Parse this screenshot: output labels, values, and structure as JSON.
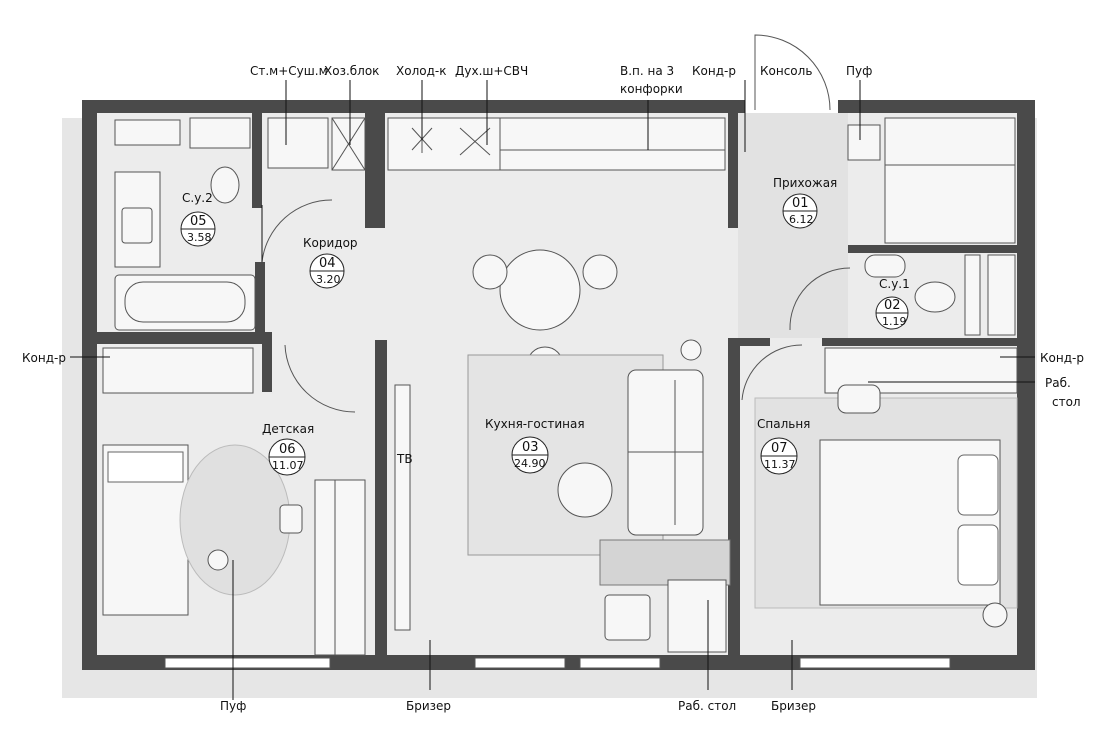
{
  "callouts_top": [
    {
      "id": "washer-dryer",
      "text": "Ст.м+Суш.м"
    },
    {
      "id": "storage",
      "text": "Хоз.блок"
    },
    {
      "id": "fridge",
      "text": "Холод-к"
    },
    {
      "id": "oven-microwave",
      "text": "Дух.ш+СВЧ"
    },
    {
      "id": "hob-line1",
      "text": "В.п. на 3"
    },
    {
      "id": "hob-line2",
      "text": "конфорки"
    },
    {
      "id": "ac-top",
      "text": "Конд-р"
    },
    {
      "id": "console",
      "text": "Консоль"
    },
    {
      "id": "pouf-top",
      "text": "Пуф"
    }
  ],
  "callouts_side": [
    {
      "id": "ac-left",
      "text": "Конд-р"
    },
    {
      "id": "ac-right",
      "text": "Конд-р"
    },
    {
      "id": "desk-right-1",
      "text": "Раб."
    },
    {
      "id": "desk-right-2",
      "text": "стол"
    }
  ],
  "callouts_bottom": [
    {
      "id": "pouf-bottom",
      "text": "Пуф"
    },
    {
      "id": "breezer-left",
      "text": "Бризер"
    },
    {
      "id": "desk-bottom",
      "text": "Раб. стол"
    },
    {
      "id": "breezer-right",
      "text": "Бризер"
    }
  ],
  "tv_label": "ТВ",
  "rooms": [
    {
      "id": "hall",
      "name": "Прихожая",
      "num": "01",
      "area": "6.12"
    },
    {
      "id": "wc1",
      "name": "С.у.1",
      "num": "02",
      "area": "1.19"
    },
    {
      "id": "kitchen",
      "name": "Кухня-гостиная",
      "num": "03",
      "area": "24.90"
    },
    {
      "id": "corridor",
      "name": "Коридор",
      "num": "04",
      "area": "3.20"
    },
    {
      "id": "wc2",
      "name": "С.у.2",
      "num": "05",
      "area": "3.58"
    },
    {
      "id": "kids",
      "name": "Детская",
      "num": "06",
      "area": "11.07"
    },
    {
      "id": "bedroom",
      "name": "Спальня",
      "num": "07",
      "area": "11.37"
    }
  ]
}
